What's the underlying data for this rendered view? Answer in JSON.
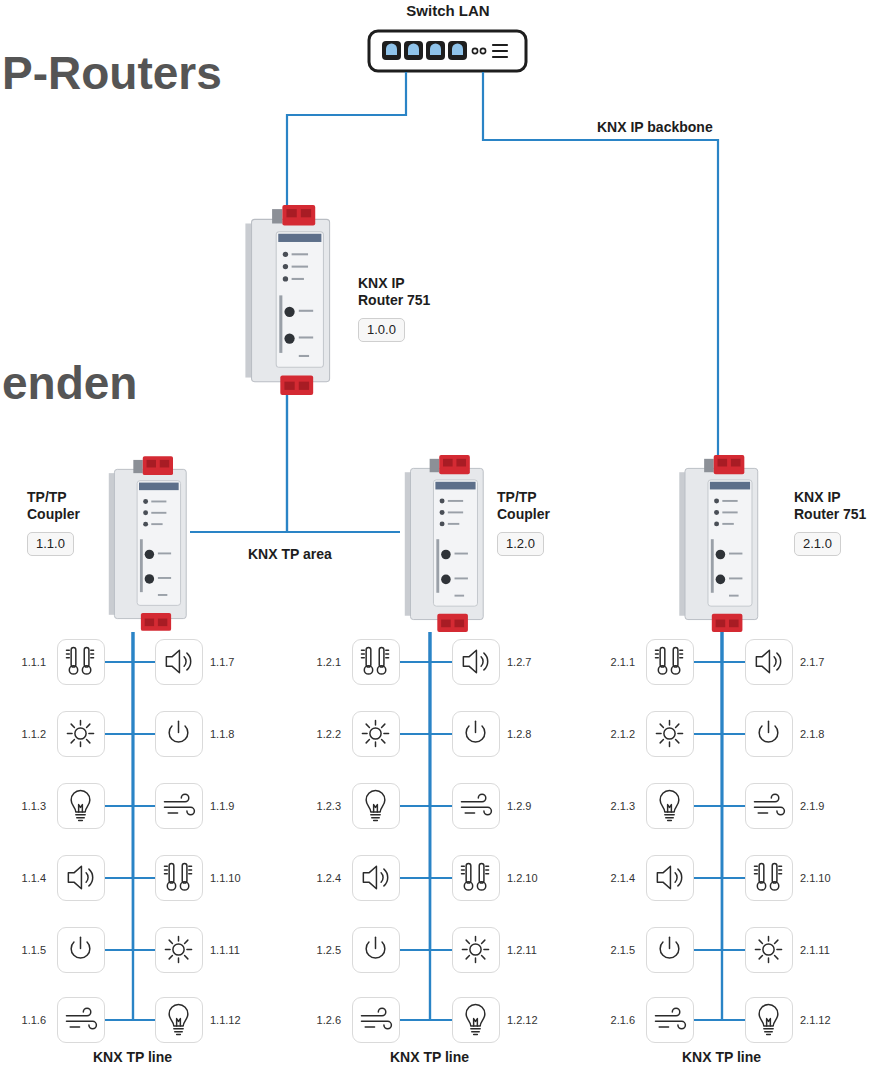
{
  "diagram": {
    "nodes": [
      {
        "text": [
          "Switch LAN"
        ]
      },
      {
        "text": [
          "KNX IP Router 751",
          "1.0.0"
        ]
      },
      {
        "text": [
          "TP/TP Coupler",
          "1.1.0"
        ]
      },
      {
        "text": [
          "TP/TP Coupler",
          "1.2.0"
        ]
      },
      {
        "text": [
          "KNX IP Router 751",
          "2.1.0"
        ]
      },
      {
        "text": [
          "1.1.1"
        ]
      },
      {
        "text": [
          "1.1.2"
        ]
      },
      {
        "text": [
          "1.1.3"
        ]
      },
      {
        "text": [
          "1.1.4"
        ]
      },
      {
        "text": [
          "1.1.5"
        ]
      },
      {
        "text": [
          "1.1.6"
        ]
      },
      {
        "text": [
          "1.1.7"
        ]
      },
      {
        "text": [
          "1.1.8"
        ]
      },
      {
        "text": [
          "1.1.9"
        ]
      },
      {
        "text": [
          "1.1.10"
        ]
      },
      {
        "text": [
          "1.1.11"
        ]
      },
      {
        "text": [
          "1.1.12"
        ]
      },
      {
        "text": [
          "1.2.1"
        ]
      },
      {
        "text": [
          "1.2.2"
        ]
      },
      {
        "text": [
          "1.2.3"
        ]
      },
      {
        "text": [
          "1.2.4"
        ]
      },
      {
        "text": [
          "1.2.5"
        ]
      },
      {
        "text": [
          "1.2.6"
        ]
      },
      {
        "text": [
          "1.2.7"
        ]
      },
      {
        "text": [
          "1.2.8"
        ]
      },
      {
        "text": [
          "1.2.9"
        ]
      },
      {
        "text": [
          "1.2.10"
        ]
      },
      {
        "text": [
          "1.2.11"
        ]
      },
      {
        "text": [
          "1.2.12"
        ]
      },
      {
        "text": [
          "2.1.1"
        ]
      },
      {
        "text": [
          "2.1.2"
        ]
      },
      {
        "text": [
          "2.1.3"
        ]
      },
      {
        "text": [
          "2.1.4"
        ]
      },
      {
        "text": [
          "2.1.5"
        ]
      },
      {
        "text": [
          "2.1.6"
        ]
      },
      {
        "text": [
          "2.1.7"
        ]
      },
      {
        "text": [
          "2.1.8"
        ]
      },
      {
        "text": [
          "2.1.9"
        ]
      },
      {
        "text": [
          "2.1.10"
        ]
      },
      {
        "text": [
          "2.1.11"
        ]
      },
      {
        "text": [
          "2.1.12"
        ]
      }
    ],
    "edges": [
      {
        "from": 0,
        "to": 1,
        "arrow": "none"
      },
      {
        "from": 0,
        "to": 4,
        "label": "KNX IP backbone",
        "arrow": "none"
      },
      {
        "from": 1,
        "to": 2,
        "label": "KNX TP area",
        "arrow": "none"
      },
      {
        "from": 1,
        "to": 3,
        "arrow": "none"
      },
      {
        "from": 2,
        "to": 5,
        "arrow": "none"
      },
      {
        "from": 2,
        "to": 6,
        "arrow": "none"
      },
      {
        "from": 2,
        "to": 7,
        "arrow": "none"
      },
      {
        "from": 2,
        "to": 8,
        "arrow": "none"
      },
      {
        "from": 2,
        "to": 9,
        "arrow": "none"
      },
      {
        "from": 2,
        "to": 10,
        "arrow": "none"
      },
      {
        "from": 2,
        "to": 11,
        "arrow": "none"
      },
      {
        "from": 2,
        "to": 12,
        "arrow": "none"
      },
      {
        "from": 2,
        "to": 13,
        "arrow": "none"
      },
      {
        "from": 2,
        "to": 14,
        "arrow": "none"
      },
      {
        "from": 2,
        "to": 15,
        "arrow": "none"
      },
      {
        "from": 2,
        "to": 16,
        "arrow": "none"
      },
      {
        "from": 3,
        "to": 17,
        "arrow": "none"
      },
      {
        "from": 3,
        "to": 18,
        "arrow": "none"
      },
      {
        "from": 3,
        "to": 19,
        "arrow": "none"
      },
      {
        "from": 3,
        "to": 20,
        "arrow": "none"
      },
      {
        "from": 3,
        "to": 21,
        "arrow": "none"
      },
      {
        "from": 3,
        "to": 22,
        "arrow": "none"
      },
      {
        "from": 3,
        "to": 23,
        "arrow": "none"
      },
      {
        "from": 3,
        "to": 24,
        "arrow": "none"
      },
      {
        "from": 3,
        "to": 25,
        "arrow": "none"
      },
      {
        "from": 3,
        "to": 26,
        "arrow": "none"
      },
      {
        "from": 3,
        "to": 27,
        "arrow": "none"
      },
      {
        "from": 3,
        "to": 28,
        "arrow": "none"
      },
      {
        "from": 4,
        "to": 29,
        "arrow": "none"
      },
      {
        "from": 4,
        "to": 30,
        "arrow": "none"
      },
      {
        "from": 4,
        "to": 31,
        "arrow": "none"
      },
      {
        "from": 4,
        "to": 32,
        "arrow": "none"
      },
      {
        "from": 4,
        "to": 33,
        "arrow": "none"
      },
      {
        "from": 4,
        "to": 34,
        "arrow": "none"
      },
      {
        "from": 4,
        "to": 35,
        "arrow": "none"
      },
      {
        "from": 4,
        "to": 36,
        "arrow": "none"
      },
      {
        "from": 4,
        "to": 37,
        "arrow": "none"
      },
      {
        "from": 4,
        "to": 38,
        "arrow": "none"
      },
      {
        "from": 4,
        "to": 39,
        "arrow": "none"
      },
      {
        "from": 4,
        "to": 40,
        "arrow": "none"
      }
    ],
    "labels": [
      "P-Routers",
      "enden",
      "KNX TP line",
      "KNX TP line",
      "KNX TP line"
    ]
  }
}
